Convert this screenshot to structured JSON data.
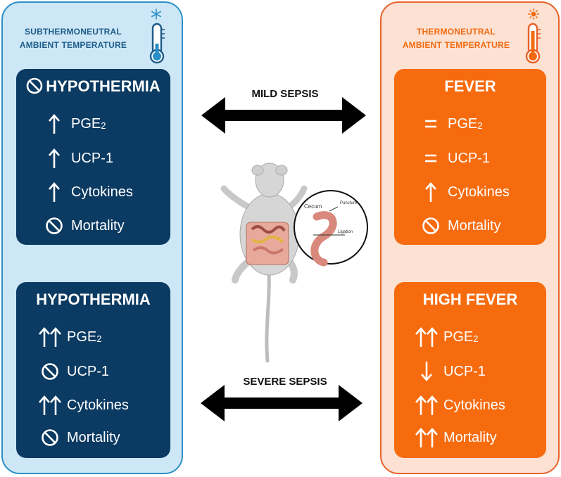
{
  "left_panel": {
    "title_line1": "SUBTHERMONEUTRAL",
    "title_line2": "AMBIENT TEMPERATURE",
    "icon": "snowflake-icon",
    "color": "#2a8fc7",
    "top_box": {
      "heading": "HYPOTHERMIA",
      "heading_icon": "prohibited-icon",
      "rows": [
        {
          "symbol": "up-arrow",
          "label": "PGE",
          "sub": "2"
        },
        {
          "symbol": "up-arrow",
          "label": "UCP-1",
          "sub": ""
        },
        {
          "symbol": "up-arrow",
          "label": "Cytokines",
          "sub": ""
        },
        {
          "symbol": "prohibited",
          "label": "Mortality",
          "sub": ""
        }
      ]
    },
    "bottom_box": {
      "heading": "HYPOTHERMIA",
      "rows": [
        {
          "symbol": "double-up-arrow",
          "label": "PGE",
          "sub": "2"
        },
        {
          "symbol": "prohibited",
          "label": "UCP-1",
          "sub": ""
        },
        {
          "symbol": "double-up-arrow",
          "label": "Cytokines",
          "sub": ""
        },
        {
          "symbol": "prohibited",
          "label": "Mortality",
          "sub": ""
        }
      ]
    }
  },
  "right_panel": {
    "title_line1": "THERMONEUTRAL",
    "title_line2": "AMBIENT TEMPERATURE",
    "icon": "sun-icon",
    "color": "#f26a0f",
    "top_box": {
      "heading": "FEVER",
      "rows": [
        {
          "symbol": "equals",
          "label": "PGE",
          "sub": "2"
        },
        {
          "symbol": "equals",
          "label": "UCP-1",
          "sub": ""
        },
        {
          "symbol": "up-arrow",
          "label": "Cytokines",
          "sub": ""
        },
        {
          "symbol": "prohibited",
          "label": "Mortality",
          "sub": ""
        }
      ]
    },
    "bottom_box": {
      "heading": "HIGH FEVER",
      "rows": [
        {
          "symbol": "double-up-arrow",
          "label": "PGE",
          "sub": "2"
        },
        {
          "symbol": "down-arrow",
          "label": "UCP-1",
          "sub": ""
        },
        {
          "symbol": "double-up-arrow",
          "label": "Cytokines",
          "sub": ""
        },
        {
          "symbol": "double-up-arrow",
          "label": "Mortality",
          "sub": ""
        }
      ]
    }
  },
  "center": {
    "mild_label": "MILD SEPSIS",
    "severe_label": "SEVERE SEPSIS",
    "inset_labels": {
      "cecum": "Cecum",
      "puncture": "Puncture",
      "ligation": "Ligation"
    }
  }
}
